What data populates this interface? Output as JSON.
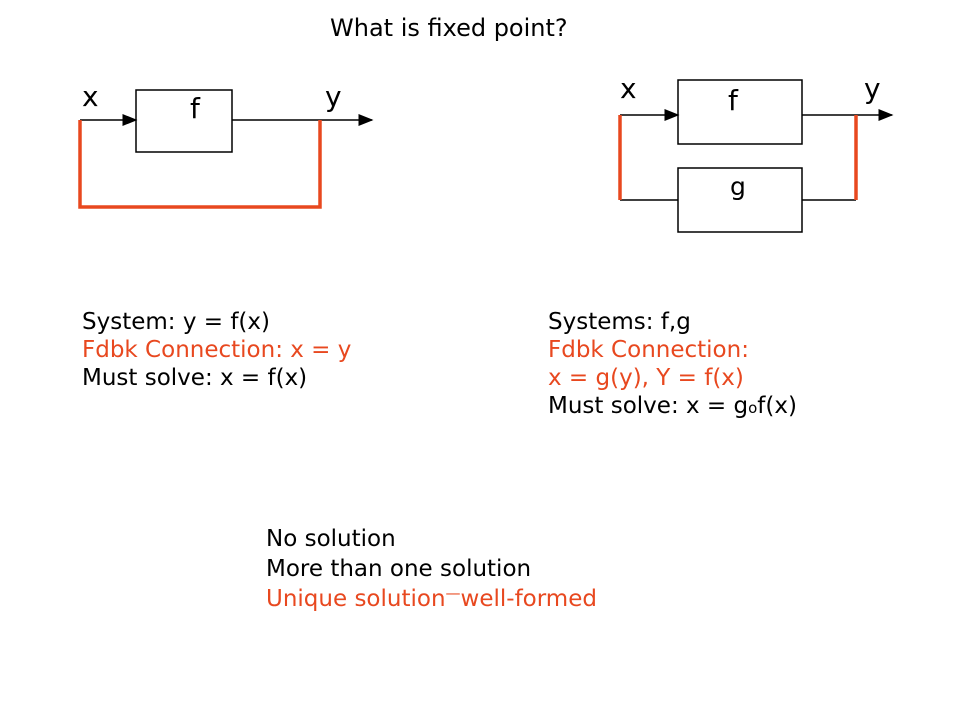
{
  "title": "What is fixed point?",
  "left_diagram": {
    "input": "x",
    "output": "y",
    "block": "f"
  },
  "right_diagram": {
    "input": "x",
    "output": "y",
    "block_top": "f",
    "block_bottom": "g"
  },
  "left_text": {
    "line1": "System: y = f(x)",
    "line2": "Fdbk Connection: x = y",
    "line3": "Must solve: x = f(x)"
  },
  "right_text": {
    "line1": "Systems: f,g",
    "line2": "Fdbk Connection:",
    "line3": "x = g(y),  Y = f(x)",
    "line4_prefix": "Must solve: x = g",
    "line4_circle": "o",
    "line4_suffix": "f(x)"
  },
  "bottom_text": {
    "line1": "No solution",
    "line2": "More than one solution",
    "line3_a": "Unique solution",
    "line3_dash": "—",
    "line3_b": "well-formed"
  },
  "colors": {
    "accent": "#e8481f",
    "ink": "#000000"
  }
}
